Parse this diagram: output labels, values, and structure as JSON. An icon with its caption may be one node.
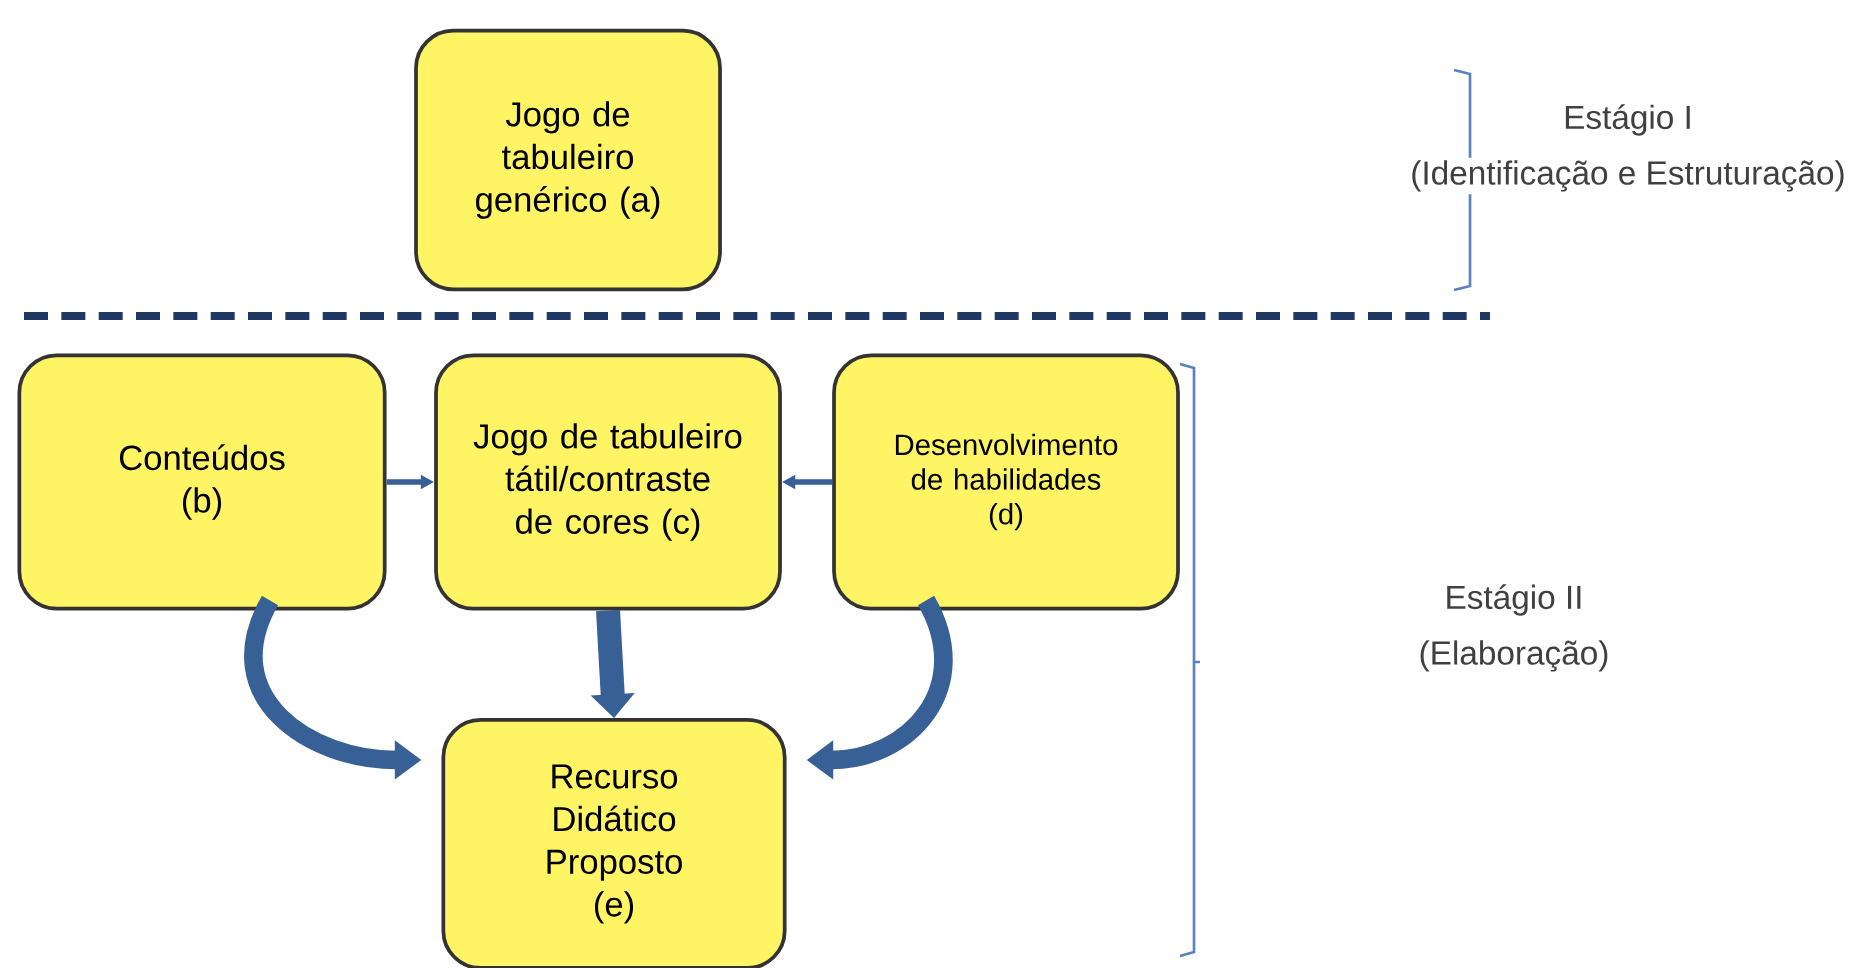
{
  "diagram": {
    "nodes": [
      {
        "text": [
          "Jogo de tabuleiro genérico (a)"
        ]
      },
      {
        "text": [
          "Conteúdos (b)"
        ]
      },
      {
        "text": [
          "Jogo de tabuleiro tátil/contraste de cores (c)"
        ]
      },
      {
        "text": [
          "Desenvolvimento de habilidades (d)"
        ]
      },
      {
        "text": [
          "Recurso Didático Proposto (e)"
        ]
      }
    ],
    "edges": [
      {
        "from": 1,
        "to": 2,
        "arrow": "to"
      },
      {
        "from": 3,
        "to": 2,
        "arrow": "to"
      },
      {
        "from": 2,
        "to": 4,
        "arrow": "to"
      },
      {
        "from": 1,
        "to": 4,
        "arrow": "to"
      },
      {
        "from": 3,
        "to": 4,
        "arrow": "to"
      }
    ],
    "labels": [
      "Estágio I",
      "(Identificação e Estruturação)",
      "Estágio II",
      "(Elaboração)"
    ]
  }
}
